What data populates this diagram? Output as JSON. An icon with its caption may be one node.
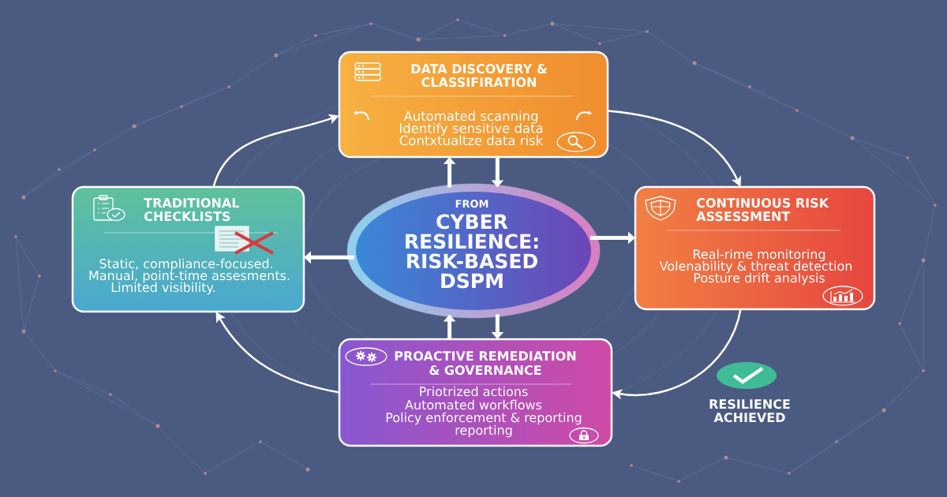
{
  "diagram": {
    "nodes": [
      {
        "text": [
          "DATA DISCOVERY & CLASSIFIRATION",
          "Automated scanning",
          "Identify sensitive data",
          "Contxtualtze data risk"
        ]
      },
      {
        "text": [
          "TRADITIONAL CHECKLISTS",
          "Static, compliance-focused.",
          "Manual, point-time assesments.",
          "Limited visibility."
        ]
      },
      {
        "text": [
          "FROM",
          "CYBER RESILIENCE: RISK-BASED DSPM"
        ]
      },
      {
        "text": [
          "CONTINUOUS RISK ASSESSMENT",
          "Real-rime monitoring",
          "Volenability & threat detection",
          "Posture drift analysis"
        ]
      },
      {
        "text": [
          "PROACTIVE REMEDIATION & GOVERNANCE",
          "Priotrized actions",
          "Automated workflows",
          "Policy enforcement & reporting reporting"
        ]
      }
    ],
    "edges": [
      {
        "from": 1,
        "to": 0,
        "arrow": "to"
      },
      {
        "from": 0,
        "to": 3,
        "arrow": "to"
      },
      {
        "from": 3,
        "to": 4,
        "arrow": "to"
      },
      {
        "from": 4,
        "to": 1,
        "arrow": "to"
      },
      {
        "from": 2,
        "to": 0,
        "arrow": "to"
      },
      {
        "from": 0,
        "to": 2,
        "arrow": "to"
      },
      {
        "from": 2,
        "to": 1,
        "arrow": "to"
      },
      {
        "from": 2,
        "to": 3,
        "arrow": "to"
      },
      {
        "from": 4,
        "to": 2,
        "arrow": "to"
      },
      {
        "from": 2,
        "to": 4,
        "arrow": "to"
      }
    ],
    "labels": [
      "RESILIENCE ACHIEVED"
    ]
  }
}
